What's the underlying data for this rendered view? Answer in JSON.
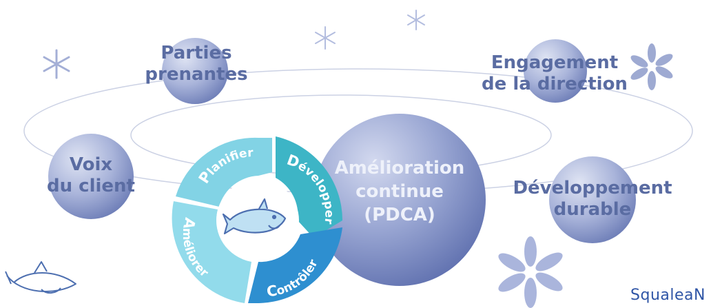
{
  "diagram": {
    "concepts": {
      "stakeholders": [
        "Parties",
        "prenantes"
      ],
      "leadership": [
        "Engagement",
        "de la direction"
      ],
      "customer_voice": [
        "Voix",
        "du client"
      ],
      "continuous_improvement": [
        "Amélioration",
        "continue",
        "(PDCA)"
      ],
      "sustainable_development": [
        "Développement",
        "durable"
      ]
    },
    "pdca_cycle": [
      {
        "initial": "P",
        "rest": "lanifier"
      },
      {
        "initial": "D",
        "rest": "évelopper"
      },
      {
        "initial": "C",
        "rest": "ontrôler"
      },
      {
        "initial": "A",
        "rest": "méliorer"
      }
    ]
  },
  "brand": {
    "name": "Squalea",
    "mark": "N"
  },
  "colors": {
    "bubble_light": "#d9dff1",
    "bubble_dark": "#7484bc",
    "big_bubble_light": "#c9d0ea",
    "big_bubble_dark": "#5e6fae",
    "plan": "#7fd3e4",
    "do": "#3eb8c8",
    "check": "#2f8fd1",
    "act": "#8fd9ea",
    "label": "#5a6ca2",
    "orbit": "#c7cde2",
    "snowflake": "#9eaad2",
    "brand": "#2f55a6",
    "shark": "#4d6fb0"
  },
  "icons": [
    "snowflake-icon",
    "shark-icon"
  ]
}
